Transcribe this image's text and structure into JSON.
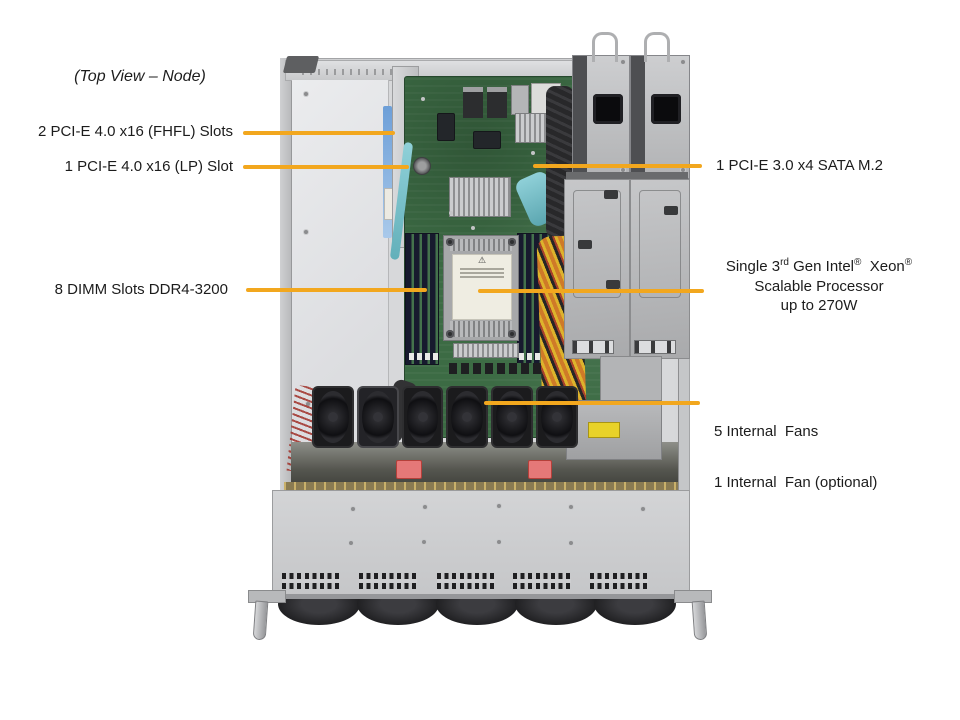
{
  "colors": {
    "accent": "#F2A71E",
    "pcb_green": "#3C6B44",
    "chassis_gray": "#D7D8DA",
    "fan_black": "#1B1B1D",
    "cable_teal": "#7FC4CD",
    "warning_yellow": "#E8D229"
  },
  "title": "(Top View – Node)",
  "callouts": {
    "fhfl": {
      "label": "2 PCI-E 4.0 x16 (FHFL) Slots"
    },
    "lp": {
      "label": "1 PCI-E 4.0 x16 (LP) Slot"
    },
    "m2": {
      "label": "1 PCI-E 3.0 x4 SATA M.2"
    },
    "dimm": {
      "label": "8 DIMM Slots DDR4-3200"
    },
    "cpu": {
      "l1_a": "Single 3",
      "l1_sup": "rd",
      "l1_b": " Gen Intel",
      "l1_reg1": "®",
      "l1_c": "  Xeon",
      "l1_reg2": "®",
      "l2": "Scalable Processor",
      "l3": "up to 270W"
    },
    "fans": {
      "line1": "5 Internal  Fans",
      "line2": "1 Internal  Fan (optional)"
    }
  },
  "warning_label_text": "⚠"
}
